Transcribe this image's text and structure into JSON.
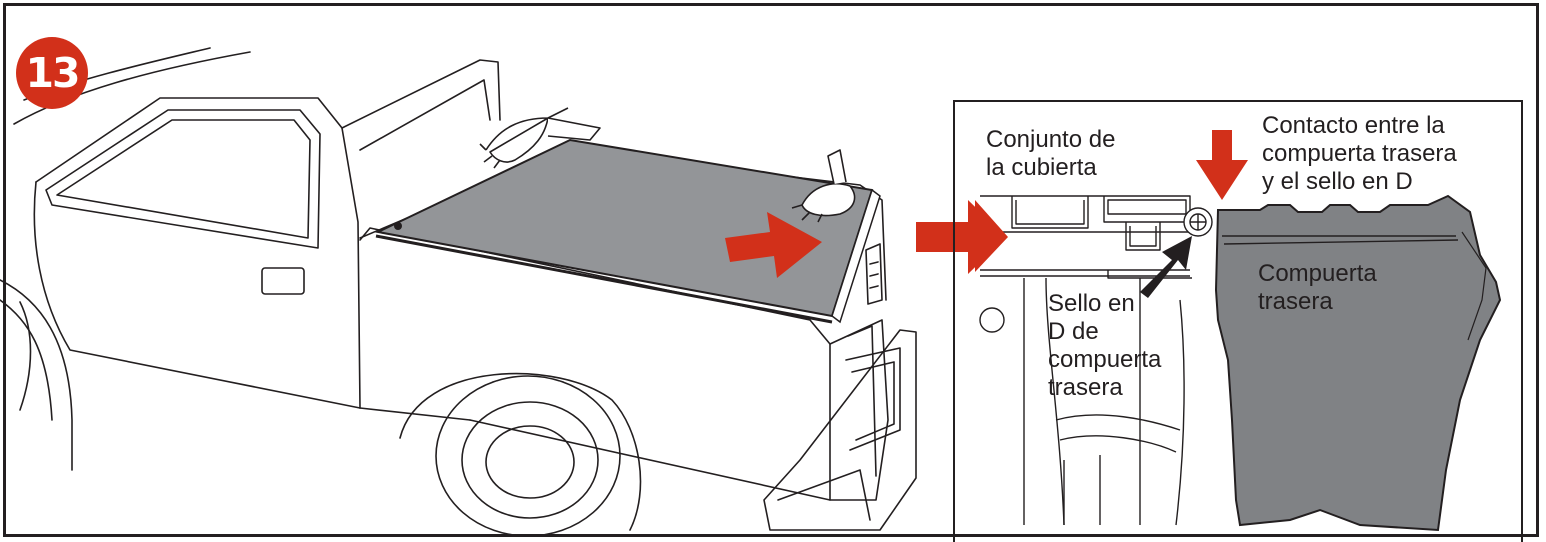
{
  "step": {
    "number": "13"
  },
  "callouts": {
    "cover_assembly": "Conjunto de\nla cubierta",
    "contact": "Contacto entre la\ncompuerta trasera\ny el sello en D",
    "tailgate": "Compuerta\ntrasera",
    "d_seal": "Sello en\nD de\ncompuerta\ntrasera"
  },
  "colors": {
    "arrow_red": "#d2301a",
    "arrow_black": "#231f20",
    "cover_gray": "#939598",
    "tailgate_gray": "#808285",
    "outline": "#231f20"
  },
  "icons": [
    "truck-illustration",
    "hand-icon",
    "push-arrow-icon",
    "d-seal-arrow-icon"
  ]
}
